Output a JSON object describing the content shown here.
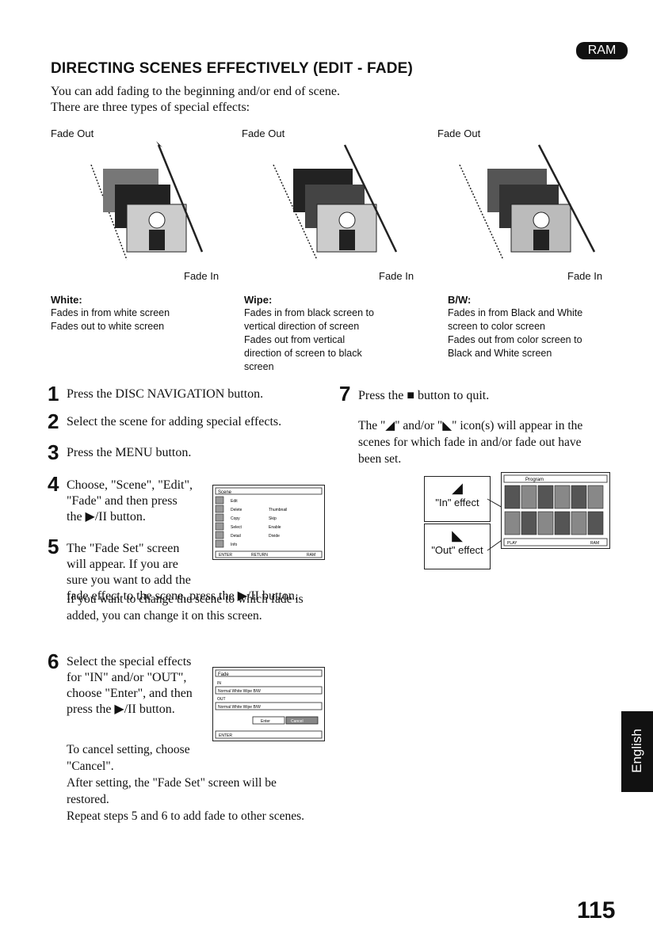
{
  "badge": "RAM",
  "title": "DIRECTING SCENES EFFECTIVELY (EDIT - FADE)",
  "intro": [
    "You can add fading to the beginning and/or end of scene.",
    "There are three types of special effects:"
  ],
  "effects": [
    {
      "fade_out": "Fade Out",
      "fade_in": "Fade In",
      "name": "White:",
      "desc": "Fades in from white screen\nFades out to white screen"
    },
    {
      "fade_out": "Fade Out",
      "fade_in": "Fade In",
      "name": "Wipe:",
      "desc": "Fades in from black screen to\nvertical direction of screen\nFades out from vertical\ndirection of screen to black\nscreen"
    },
    {
      "fade_out": "Fade Out",
      "fade_in": "Fade In",
      "name": "B/W:",
      "desc": "Fades in from Black and White\nscreen to color screen\nFades out from color screen to\nBlack and White screen"
    }
  ],
  "steps": {
    "s1": {
      "num": "1",
      "text": "Press the DISC NAVIGATION button."
    },
    "s2": {
      "num": "2",
      "text": "Select the scene for adding special effects."
    },
    "s3": {
      "num": "3",
      "text": "Press the MENU button."
    },
    "s4": {
      "num": "4",
      "text": "Choose, \"Scene\", \"Edit\",\n\"Fade\" and then press\nthe ▶/II button."
    },
    "s5": {
      "num": "5",
      "text": "The \"Fade Set\" screen\nwill appear. If you are\nsure you want to add the\nfade effect to the scene, press the ▶/II button."
    },
    "s5_note": "If you want to change the scene to which fade is\nadded, you can change it on this screen.",
    "s6": {
      "num": "6",
      "text": "Select the special effects\nfor \"IN\" and/or \"OUT\",\nchoose \"Enter\", and then\npress the ▶/II button."
    },
    "s6_note": "To cancel setting, choose\n\"Cancel\".\nAfter setting, the \"Fade Set\" screen will be\nrestored.\nRepeat steps 5 and 6 to add fade to other scenes.",
    "s7": {
      "num": "7",
      "text": "Press the ■ button to quit."
    },
    "s7_note": "The \"◢\" and/or \"◣\" icon(s) will appear in the\nscenes for which fade in and/or fade out have\nbeen set."
  },
  "callouts": {
    "in": "\"In\" effect",
    "out": "\"Out\" effect"
  },
  "menu_screen": {
    "header": "Scene",
    "items_left": [
      "Edit",
      "Delete",
      "Copy",
      "Select",
      "Detail",
      "Info"
    ],
    "items_right": [
      "Thumbnail",
      "Skip",
      "Enable",
      "Divide"
    ],
    "status": [
      "ENTER",
      "RETURN",
      "RAM"
    ]
  },
  "fade_screen": {
    "header": "Fade",
    "in_label": "IN",
    "out_label": "OUT",
    "row": [
      "Normal",
      "White",
      "Wipe",
      "B/W"
    ],
    "buttons": [
      "Enter",
      "Cancel"
    ],
    "status": "ENTER"
  },
  "program_screen": {
    "header": "Program",
    "status_left": "PLAY",
    "status_right": "RAM"
  },
  "side_tab": "English",
  "page_number": "115"
}
